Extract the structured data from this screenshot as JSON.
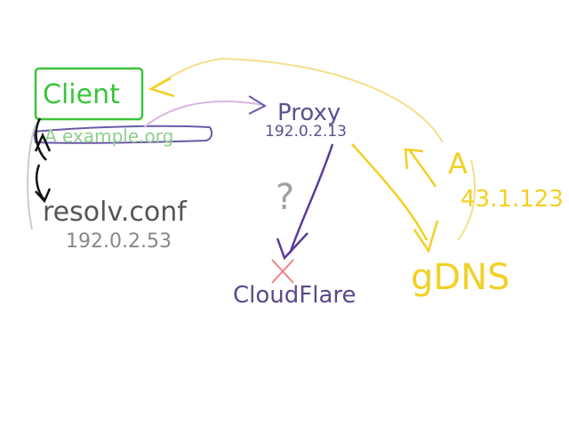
{
  "nodes": {
    "client": {
      "label": "Client"
    },
    "query": {
      "label": "A example.org"
    },
    "resolv": {
      "label": "resolv.conf",
      "ip": "192.0.2.53"
    },
    "proxy": {
      "label": "Proxy",
      "ip": "192.0.2.13"
    },
    "cloudflare": {
      "label": "CloudFlare"
    },
    "gdns": {
      "label": "gDNS"
    },
    "answer": {
      "label": "A",
      "ip": "43.1.123"
    },
    "unknown": {
      "label": "?"
    }
  },
  "colors": {
    "client": "#3cc43c",
    "query_text": "#8fcf8f",
    "query_box": "#6a5aa8",
    "resolv": "#555555",
    "resolv_ip": "#888888",
    "proxy": "#5d4f8f",
    "cloudflare": "#5a4a8a",
    "cross": "#f08080",
    "gdns": "#f2d024",
    "answer": "#f2d024",
    "question": "#a0a0a0",
    "black": "#111111"
  }
}
